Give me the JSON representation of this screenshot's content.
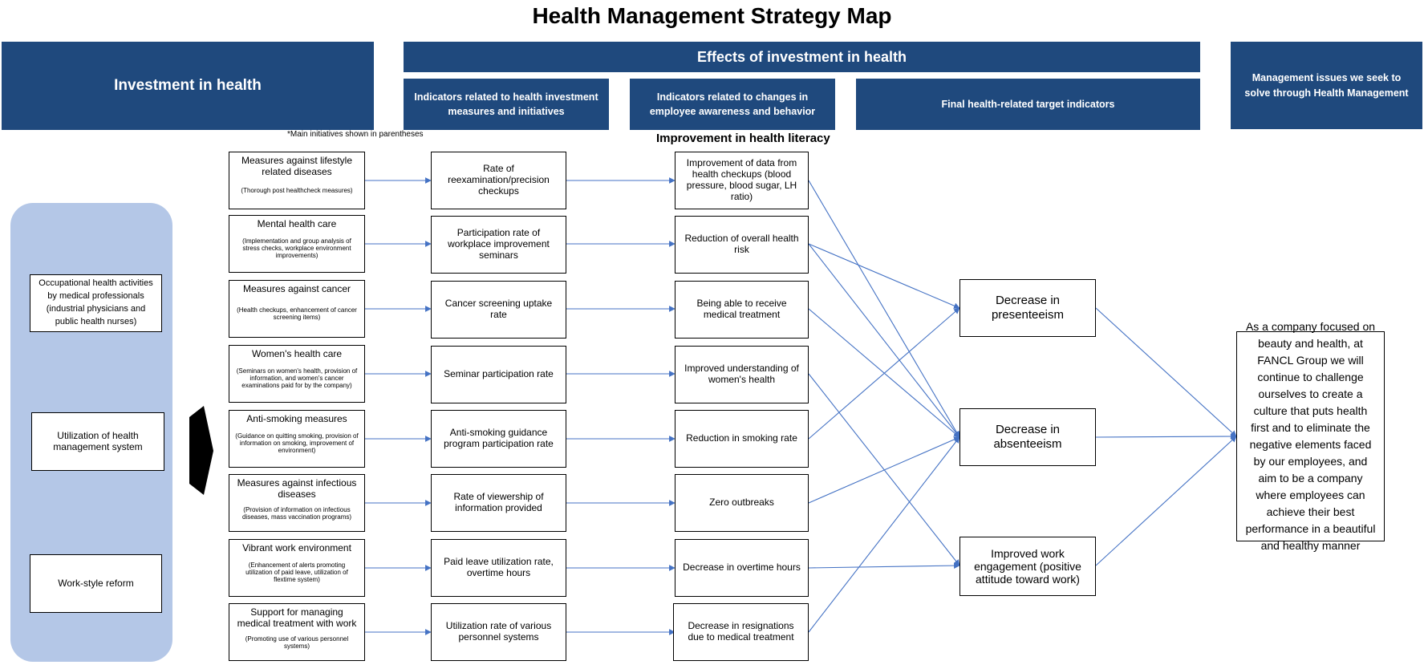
{
  "title": "Health Management Strategy Map",
  "headers": {
    "investment": "Investment in health",
    "effects": "Effects of investment in health",
    "indicators_measures": "Indicators related to health investment measures and initiatives",
    "indicators_awareness": "Indicators related to changes in employee awareness and behavior",
    "final_indicators": "Final health-related target indicators",
    "management_issues": "Management issues we seek to solve through Health Management"
  },
  "note": "*Main initiatives shown in parentheses",
  "literacy_label": "Improvement in health literacy",
  "foundations": [
    "Occupational health activities by medical professionals (industrial physicians and public health nurses)",
    "Utilization of health management system",
    "Work-style reform"
  ],
  "measures": [
    {
      "title": "Measures against lifestyle related diseases",
      "sub": "(Thorough post healthcheck measures)"
    },
    {
      "title": "Mental health care",
      "sub": "(Implementation and group analysis of stress checks, workplace environment improvements)"
    },
    {
      "title": "Measures against cancer",
      "sub": "(Health checkups, enhancement of cancer screening items)"
    },
    {
      "title": "Women's health care",
      "sub": "(Seminars on women's health, provision of information, and women's cancer examinations paid for by the company)"
    },
    {
      "title": "Anti-smoking measures",
      "sub": "(Guidance on quitting smoking, provision of information on smoking, improvement of environment)"
    },
    {
      "title": "Measures against infectious diseases",
      "sub": "(Provision of information on infectious diseases, mass vaccination programs)"
    },
    {
      "title": "Vibrant work environment",
      "sub": "(Enhancement of alerts promoting utilization of paid leave, utilization of flextime system)"
    },
    {
      "title": "Support for managing medical treatment with work",
      "sub": "(Promoting use of various personnel systems)"
    }
  ],
  "measure_indicators": [
    "Rate of reexamination/precision checkups",
    "Participation rate of workplace improvement seminars",
    "Cancer screening uptake rate",
    "Seminar participation rate",
    "Anti-smoking guidance program participation rate",
    "Rate of viewership of information provided",
    "Paid leave utilization rate, overtime hours",
    "Utilization rate of various personnel systems"
  ],
  "awareness_indicators": [
    "Improvement of data from health checkups (blood pressure, blood sugar, LH ratio)",
    "Reduction of overall health risk",
    "Being able to receive medical treatment",
    "Improved understanding of women's health",
    "Reduction in smoking rate",
    "Zero outbreaks",
    "Decrease in overtime hours",
    "Decrease in resignations due to medical treatment"
  ],
  "final_targets": [
    "Decrease in presenteeism",
    "Decrease in absenteeism",
    "Improved work engagement (positive attitude toward work)"
  ],
  "management_statement": "As a company focused on beauty and health, at FANCL Group we will continue to challenge ourselves to create a culture that puts health first and to eliminate the negative elements faced by our employees, and aim to be a company where employees can achieve their best performance in a beautiful and healthy manner",
  "colors": {
    "header": "#1f497d",
    "panel": "#b4c7e7",
    "arrow": "#4472c4"
  }
}
